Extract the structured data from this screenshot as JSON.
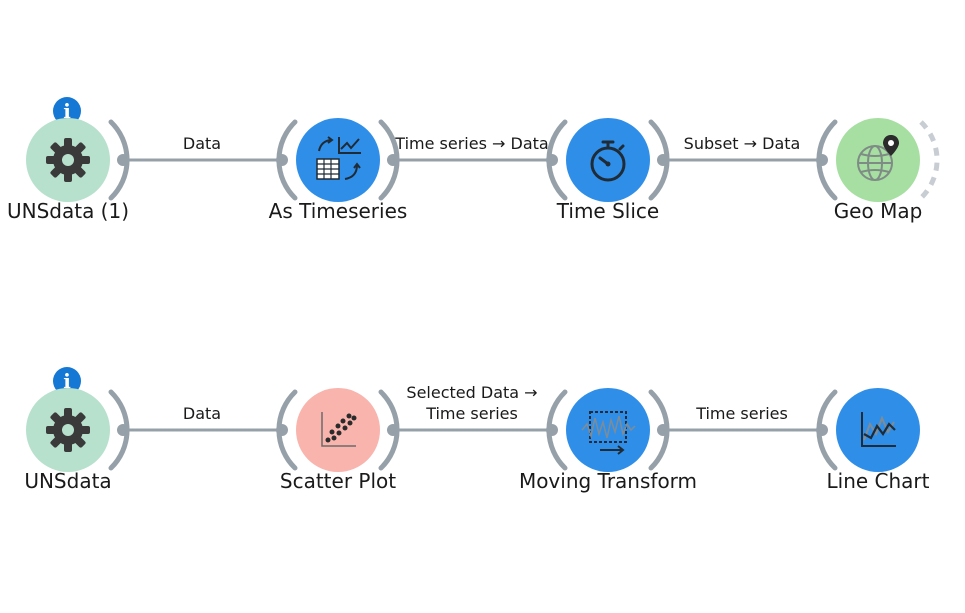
{
  "colors": {
    "wire": "#96a0a9",
    "info_badge": "#1478d4",
    "data_node": "#b7e1cd",
    "transform_node": "#2f8fe8",
    "scatter_node": "#f8b4ad",
    "map_node": "#a6dfa1"
  },
  "nodes": {
    "uns_data_1": {
      "label": "UNSdata (1)",
      "icon": "gear-icon",
      "info": "i"
    },
    "as_timeseries": {
      "label": "As Timeseries",
      "icon": "table-to-chart-icon"
    },
    "time_slice": {
      "label": "Time Slice",
      "icon": "stopwatch-icon"
    },
    "geo_map": {
      "label": "Geo Map",
      "icon": "globe-pin-icon"
    },
    "uns_data": {
      "label": "UNSdata",
      "icon": "gear-icon",
      "info": "i"
    },
    "scatter_plot": {
      "label": "Scatter Plot",
      "icon": "scatter-icon"
    },
    "moving_transform": {
      "label": "Moving Transform",
      "icon": "moving-window-icon"
    },
    "line_chart": {
      "label": "Line Chart",
      "icon": "line-chart-icon"
    }
  },
  "links": {
    "row1_link1": "Data",
    "row1_link2": "Time series → Data",
    "row1_link3": "Subset → Data",
    "row2_link1": "Data",
    "row2_link2_line1": "Selected Data →",
    "row2_link2_line2": "Time series",
    "row2_link3": "Time series"
  }
}
